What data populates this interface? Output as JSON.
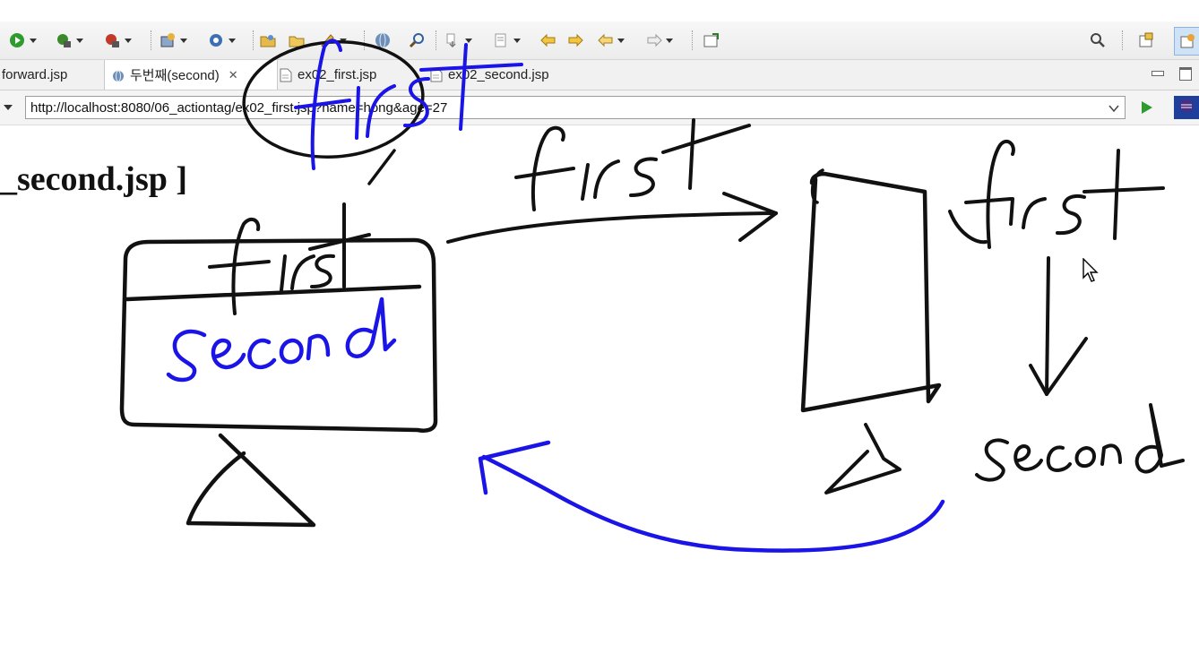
{
  "toolbar": {
    "icons": [
      "run-icon",
      "debug-icon",
      "server-icon",
      "new-server-icon",
      "settings-icon",
      "open-folder-icon",
      "folder-icon",
      "pencil-icon",
      "globe-icon",
      "search-tool-icon",
      "down-annotation-icon",
      "list-icon",
      "back-orange-icon",
      "forward-orange-icon",
      "back-icon",
      "forward-icon",
      "open-perspective-icon",
      "search-icon",
      "perspective-icon",
      "java-ee-icon"
    ]
  },
  "tabs": [
    {
      "label": "forward.jsp"
    },
    {
      "label": "두번째(second)"
    },
    {
      "label": "ex02_first.jsp"
    },
    {
      "label": "ex02_second.jsp"
    }
  ],
  "url": {
    "value": "http://localhost:8080/06_actiontag/ex02_first.jsp?name=hong&age=27"
  },
  "page": {
    "heading": "_second.jsp ]"
  },
  "colors": {
    "ink_black": "#111111",
    "ink_blue": "#1a14e6",
    "toolbar_bg": "#efefef"
  }
}
